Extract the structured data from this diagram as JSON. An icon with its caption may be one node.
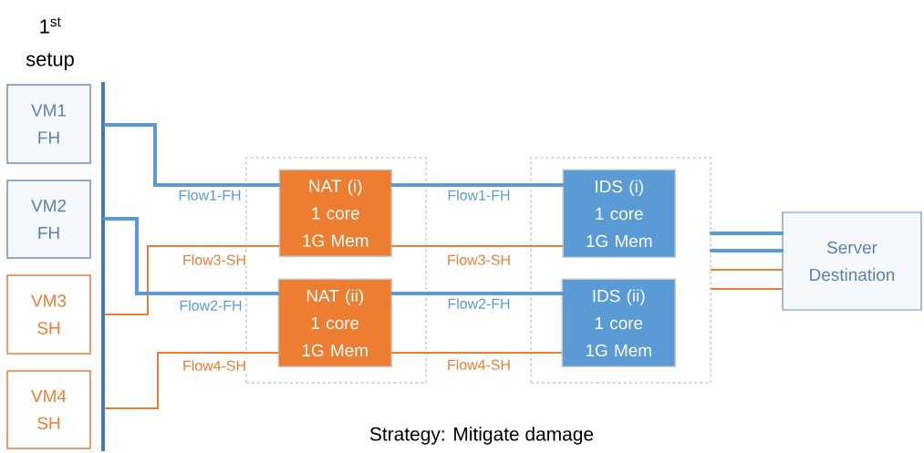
{
  "diagram": {
    "title": "1$^{st}$ setup",
    "caption": "Strategy: Mitigate damage",
    "nodes": [
      {
        "text": [
          "VM1",
          "FH"
        ]
      },
      {
        "text": [
          "VM2",
          "FH"
        ]
      },
      {
        "text": [
          "VM3",
          "SH"
        ]
      },
      {
        "text": [
          "VM4",
          "SH"
        ]
      },
      {
        "text": [],
        "shape": "bar"
      },
      {
        "text": [],
        "shape": "box"
      },
      {
        "text": [
          "NAT (i)",
          "1 core",
          "1G Mem"
        ],
        "in": 5
      },
      {
        "text": [
          "NAT (ii)",
          "1 core",
          "1G Mem"
        ],
        "in": 5
      },
      {
        "text": [],
        "shape": "box"
      },
      {
        "text": [
          "IDS (i)",
          "1 core",
          "1G Mem"
        ],
        "in": 8
      },
      {
        "text": [
          "IDS (ii)",
          "1 core",
          "1G Mem"
        ],
        "in": 8
      },
      {
        "text": [
          "Server Destination"
        ]
      }
    ],
    "edges": [
      {
        "from": 4,
        "to": 6,
        "arrow": "none",
        "label": "Flow1-FH",
        "style": "thick",
        "color": "#5b9bd5"
      },
      {
        "from": 4,
        "to": 6,
        "arrow": "none",
        "label": "Flow3-SH",
        "color": "#ed7d31"
      },
      {
        "from": 4,
        "to": 7,
        "arrow": "none",
        "label": "Flow2-FH",
        "style": "thick",
        "color": "#5b9bd5"
      },
      {
        "from": 4,
        "to": 7,
        "arrow": "none",
        "label": "Flow4-SH",
        "color": "#ed7d31"
      },
      {
        "from": 6,
        "to": 9,
        "arrow": "none",
        "label": "Flow1-FH",
        "style": "thick",
        "color": "#5b9bd5"
      },
      {
        "from": 6,
        "to": 9,
        "arrow": "none",
        "label": "Flow3-SH",
        "color": "#ed7d31"
      },
      {
        "from": 7,
        "to": 10,
        "arrow": "none",
        "label": "Flow2-FH",
        "style": "thick",
        "color": "#5b9bd5"
      },
      {
        "from": 7,
        "to": 10,
        "arrow": "none",
        "label": "Flow4-SH",
        "color": "#ed7d31"
      },
      {
        "from": 8,
        "to": 11,
        "arrow": "none",
        "style": "thick",
        "color": "#5b9bd5"
      },
      {
        "from": 8,
        "to": 11,
        "arrow": "none",
        "style": "thick",
        "color": "#5b9bd5"
      },
      {
        "from": 8,
        "to": 11,
        "arrow": "none",
        "color": "#ed7d31"
      },
      {
        "from": 8,
        "to": 11,
        "arrow": "none",
        "color": "#ed7d31"
      }
    ]
  }
}
